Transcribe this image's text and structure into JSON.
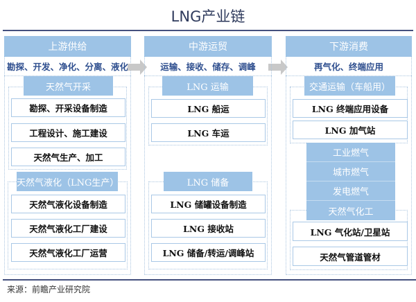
{
  "title": "LNG产业链",
  "columns": [
    {
      "header": "上游供给",
      "subtitle": "勘探、开发、净化、分离、液化",
      "groups": [
        {
          "label": "天然气开采",
          "items": [
            "勘探、开采设备制造",
            "工程设计、施工建设",
            "天然气生产、加工"
          ]
        },
        {
          "label": "天然气液化（LNG生产）",
          "items": [
            "天然气液化设备制造",
            "天然气液化工厂建设",
            "天然气液化工厂运营"
          ]
        }
      ]
    },
    {
      "header": "中游运贸",
      "subtitle": "运输、接收、储存、调峰",
      "groups": [
        {
          "label": "LNG 运输",
          "items": [
            "LNG 船运",
            "LNG 车运"
          ]
        },
        {
          "label": "LNG 储备",
          "items": [
            "LNG 储罐设备制造",
            "LNG 接收站",
            "LNG 储备/转运/调峰站"
          ]
        }
      ]
    },
    {
      "header": "下游消费",
      "subtitle": "再气化、终端应用",
      "groups": [
        {
          "label": "交通运输（车船用）",
          "items": [
            "LNG 终端应用设备",
            "LNG 加气站"
          ]
        }
      ],
      "stack": [
        "工业燃气",
        "城市燃气",
        "发电燃气",
        "天然气化工"
      ],
      "bottom_items": [
        "LNG 气化站/卫星站",
        "天然气管道管材"
      ]
    }
  ],
  "source": "来源：前瞻产业研究院",
  "colors": {
    "header_blue": "#9dc3e6",
    "subtitle_text": "#2f4f8f",
    "title": "#2e3a5c",
    "arrow": "#c8c8c8"
  }
}
